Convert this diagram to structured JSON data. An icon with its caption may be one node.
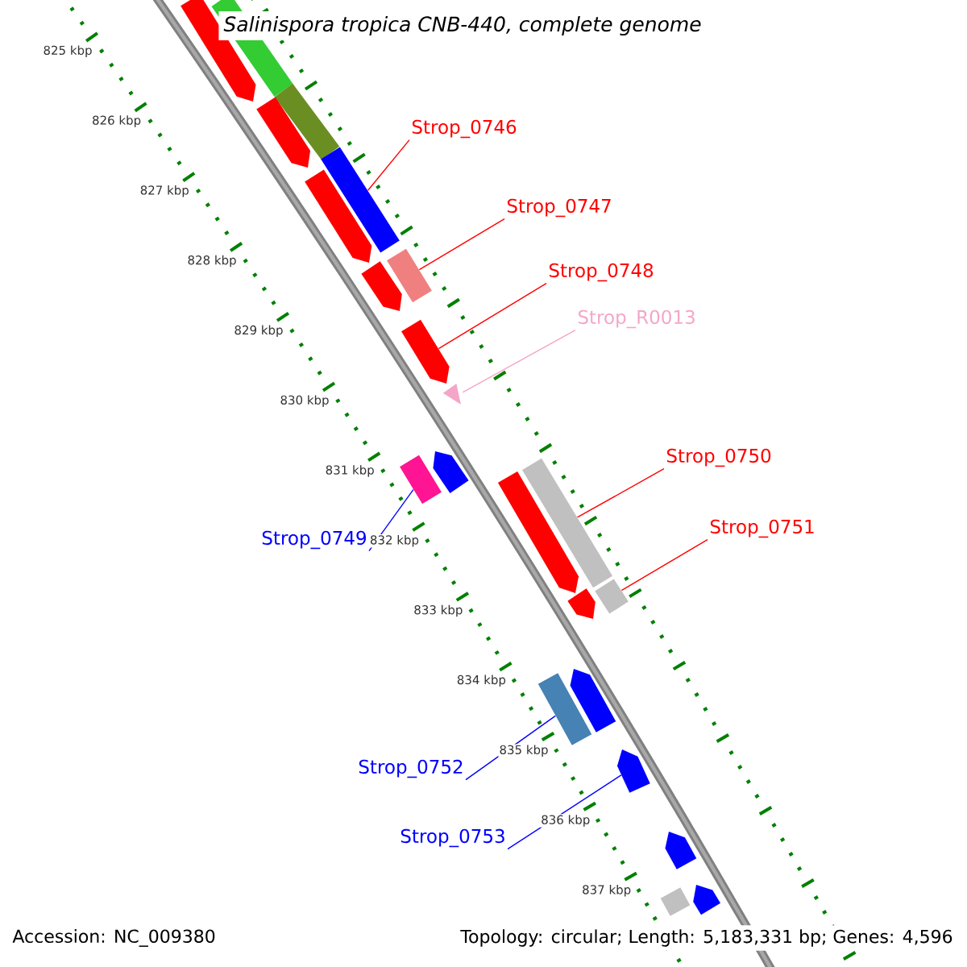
{
  "diagram": {
    "title": "Salinispora tropica CNB-440, complete genome",
    "nodes": [
      {
        "text": [
          "Strop_0746"
        ]
      },
      {
        "text": [
          "Strop_0747"
        ]
      },
      {
        "text": [
          "Strop_0748"
        ]
      },
      {
        "text": [
          "Strop_R0013"
        ]
      },
      {
        "text": [
          "Strop_0750"
        ]
      },
      {
        "text": [
          "Strop_0751"
        ]
      },
      {
        "text": [
          "Strop_0749"
        ]
      },
      {
        "text": [
          "Strop_0752"
        ]
      },
      {
        "text": [
          "Strop_0753"
        ]
      },
      {
        "text": [],
        "shape": "bar"
      },
      {
        "text": [],
        "shape": "bar"
      },
      {
        "text": [],
        "shape": "bar"
      },
      {
        "text": [],
        "shape": "bar"
      },
      {
        "text": [],
        "shape": "bar"
      },
      {
        "text": [],
        "shape": "bar"
      },
      {
        "text": [],
        "shape": "bar"
      },
      {
        "text": [],
        "shape": "bar"
      },
      {
        "text": [],
        "shape": "bar"
      },
      {
        "text": [],
        "shape": "bar"
      },
      {
        "text": [],
        "shape": "bar"
      },
      {
        "text": [],
        "shape": "bar"
      },
      {
        "text": [],
        "shape": "bar"
      },
      {
        "text": [],
        "shape": "bar"
      },
      {
        "text": [],
        "shape": "bar"
      },
      {
        "text": [],
        "shape": "bar"
      },
      {
        "text": [],
        "shape": "bar"
      },
      {
        "text": [],
        "shape": "bar"
      },
      {
        "text": [],
        "shape": "bar"
      },
      {
        "text": [],
        "shape": "bar"
      },
      {
        "text": [],
        "shape": "bar"
      },
      {
        "text": [],
        "shape": "bar"
      }
    ],
    "edges": [
      {
        "from": 0,
        "to": 13,
        "arrow": "none",
        "color": "#ff0000"
      },
      {
        "from": 1,
        "to": 15,
        "arrow": "none",
        "color": "#ff0000"
      },
      {
        "from": 2,
        "to": 17,
        "arrow": "none",
        "color": "#ff0000"
      },
      {
        "from": 3,
        "to": 18,
        "arrow": "none",
        "color": "#f4a6c8"
      },
      {
        "from": 4,
        "to": 21,
        "arrow": "none",
        "color": "#ff0000"
      },
      {
        "from": 5,
        "to": 23,
        "arrow": "none",
        "color": "#ff0000"
      },
      {
        "from": 6,
        "to": 20,
        "arrow": "none",
        "color": "#0000ff"
      },
      {
        "from": 7,
        "to": 26,
        "arrow": "none",
        "color": "#0000ff"
      },
      {
        "from": 8,
        "to": 27,
        "arrow": "none",
        "color": "#0000ff"
      }
    ],
    "labels": [
      "825 kbp",
      "826 kbp",
      "827 kbp",
      "828 kbp",
      "829 kbp",
      "830 kbp",
      "831 kbp",
      "832 kbp",
      "833 kbp",
      "834 kbp",
      "835 kbp",
      "836 kbp",
      "837 kbp",
      "Accession: NC_009380",
      "Topology: circular; Length: 5,183,331 bp; Genes: 4,596"
    ]
  }
}
